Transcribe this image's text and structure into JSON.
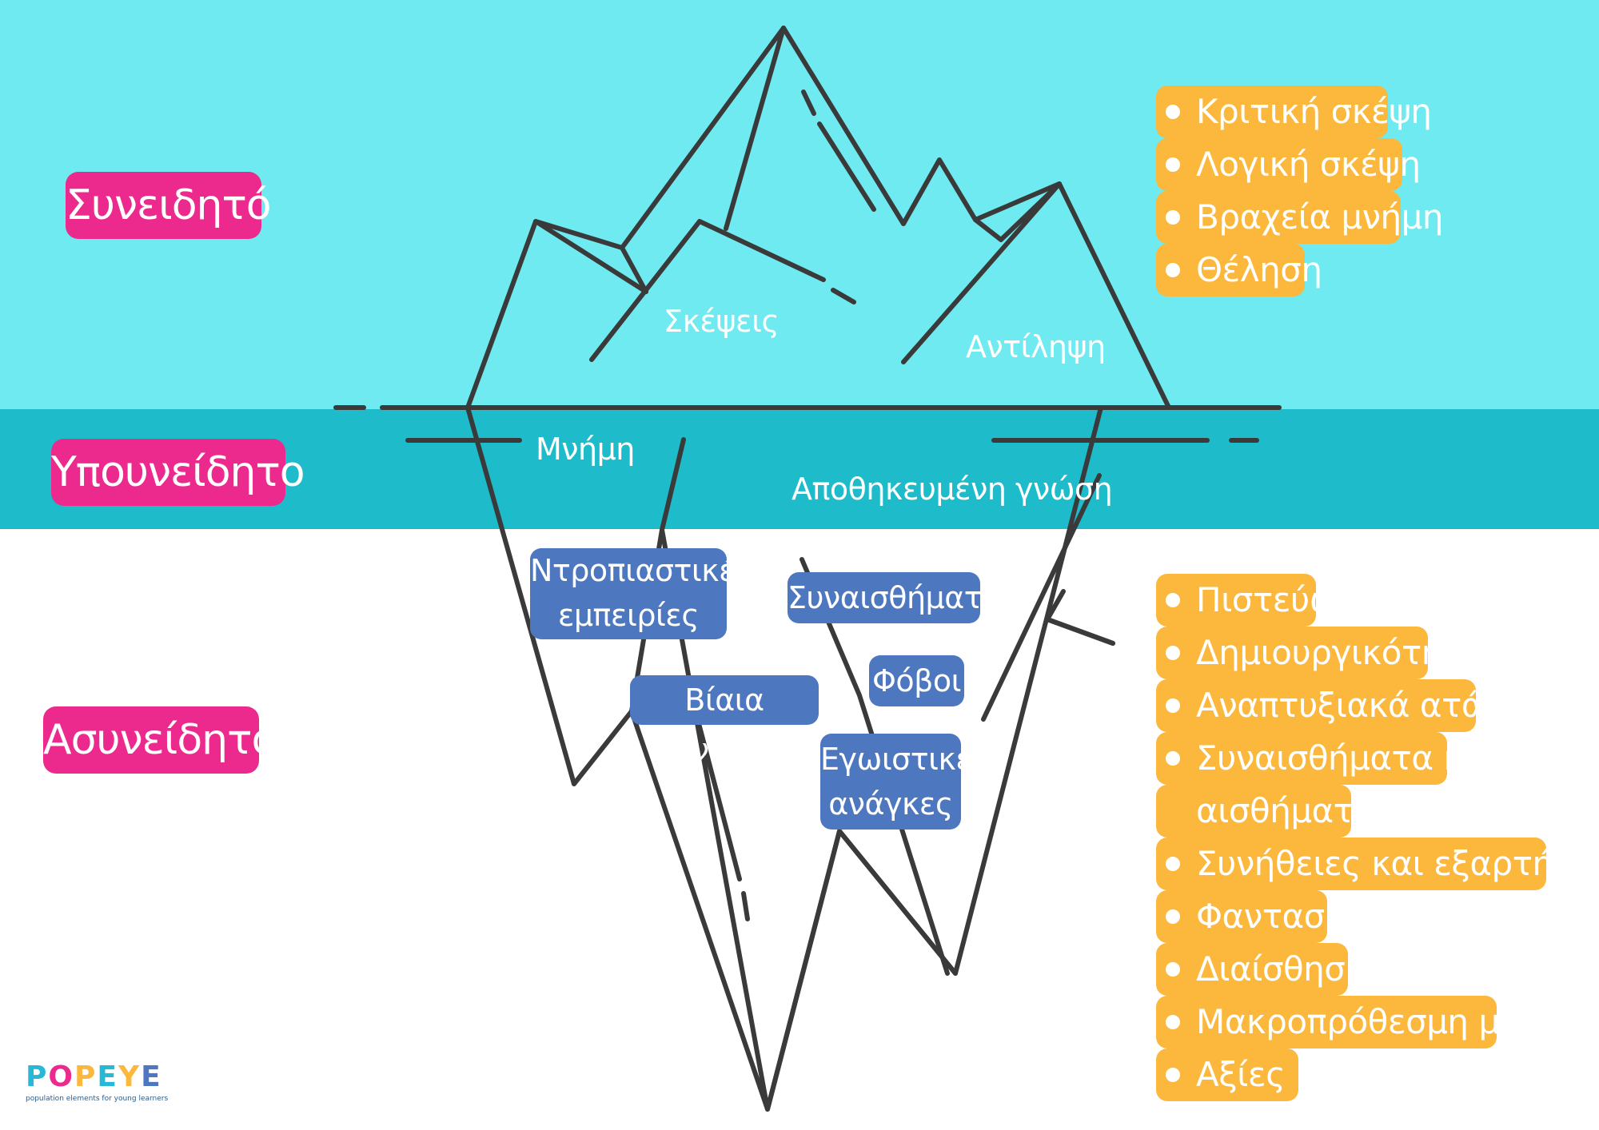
{
  "levels": {
    "conscious": "Συνειδητό",
    "subconscious": "Υπουνείδητο",
    "unconscious": "Ασυνείδητο"
  },
  "iceberg_labels": {
    "thoughts": "Σκέψεις",
    "perception": "Αντίληψη",
    "memory": "Μνήμη",
    "stored_knowledge": "Αποθηκευμένη γνώση"
  },
  "hidden_boxes": {
    "embarrassing": [
      "Ντροπιαστικές",
      "εμπειρίες"
    ],
    "violent_motives": "Βίαια κίνητρα",
    "emotions": "Συναισθήματα",
    "fears": "Φόβοι",
    "selfish_needs": [
      "Εγωιστικές",
      "ανάγκες"
    ]
  },
  "conscious_list": [
    "Κριτική σκέψη",
    "Λογική σκέψη",
    "Βραχεία μνήμη",
    "Θέληση"
  ],
  "unconscious_list": [
    "Πιστεύω",
    "Δημιουργικότητα",
    "Αναπτυξιακά ατάδια",
    "Συναισθήματα και",
    "αισθήματα",
    "Συνήθειες και εξαρτήσεις",
    "Φαντασία",
    "Διαίσθηση",
    "Μακροπρόθεσμη μνήμη",
    "Αξίες"
  ],
  "logo": {
    "letters": [
      "P",
      "O",
      "P",
      "E",
      "Y",
      "E"
    ],
    "tagline": "population elements for young learners"
  },
  "colors": {
    "sky": "#6eeaf0",
    "water": "#1ebccb",
    "pill": "#ec2a8e",
    "box_blue": "#4d78c0",
    "list_yellow": "#fbb83c",
    "line": "#3a3a3a"
  }
}
